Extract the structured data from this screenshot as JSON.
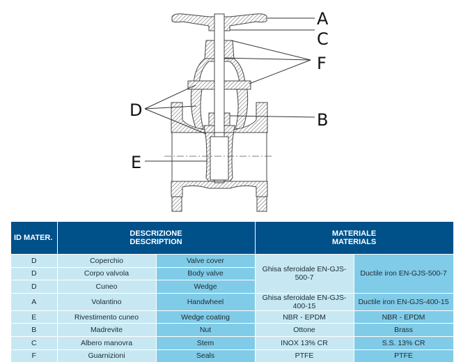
{
  "diagram": {
    "labels": [
      "A",
      "C",
      "F",
      "B",
      "D",
      "E"
    ]
  },
  "table": {
    "headers": {
      "id": "ID MATER.",
      "description_it": "DESCRIZIONE",
      "description_en": "DESCRIPTION",
      "materials_it": "MATERIALE",
      "materials_en": "MATERIALS"
    },
    "rows": [
      {
        "id": "D",
        "desc_it": "Coperchio",
        "desc_en": "Valve cover"
      },
      {
        "id": "D",
        "desc_it": "Corpo valvola",
        "desc_en": "Body valve"
      },
      {
        "id": "D",
        "desc_it": "Cuneo",
        "desc_en": "Wedge"
      },
      {
        "id": "A",
        "desc_it": "Volantino",
        "desc_en": "Handwheel",
        "mat_it": "Ghisa sferoidale EN-GJS-400-15",
        "mat_en": "Ductile iron EN-GJS-400-15"
      },
      {
        "id": "E",
        "desc_it": "Rivestimento cuneo",
        "desc_en": "Wedge coating",
        "mat_it": "NBR - EPDM",
        "mat_en": "NBR - EPDM"
      },
      {
        "id": "B",
        "desc_it": "Madrevite",
        "desc_en": "Nut",
        "mat_it": "Ottone",
        "mat_en": "Brass"
      },
      {
        "id": "C",
        "desc_it": "Albero manovra",
        "desc_en": "Stem",
        "mat_it": "INOX 13% CR",
        "mat_en": "S.S. 13% CR"
      },
      {
        "id": "F",
        "desc_it": "Guarnizioni",
        "desc_en": "Seals",
        "mat_it": "PTFE",
        "mat_en": "PTFE"
      }
    ],
    "merged_material": {
      "mat_it": "Ghisa sferoidale EN-GJS-500-7",
      "mat_en": "Ductile iron EN-GJS-500-7"
    }
  },
  "colors": {
    "header": "#00508a",
    "cell_light": "#c7e8f2",
    "cell_dark": "#80cbe7"
  }
}
